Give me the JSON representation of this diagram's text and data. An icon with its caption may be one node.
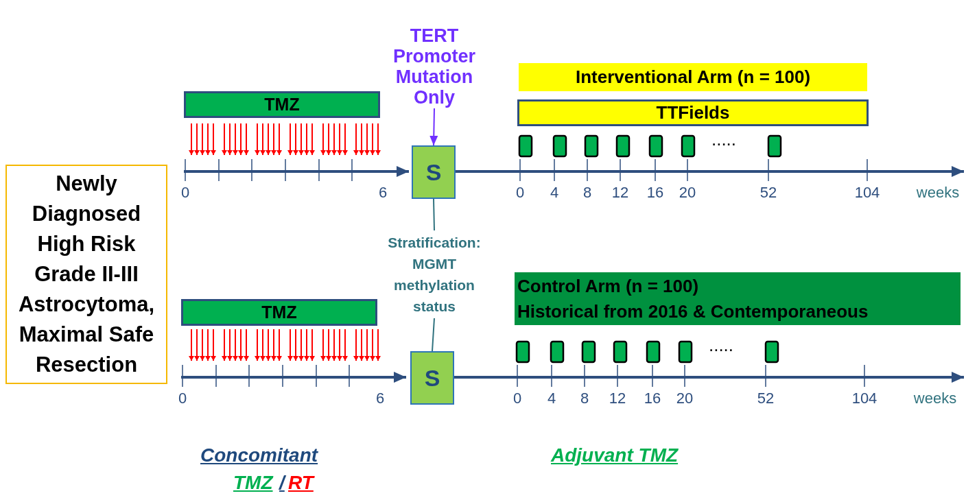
{
  "diagram": {
    "nodes": [
      {
        "text": [
          "Newly Diagnosed High Risk Grade II-III Astrocytoma, Maximal Safe Resection"
        ]
      },
      {
        "text": [
          "TMZ"
        ]
      },
      {
        "text": [
          "S"
        ]
      },
      {
        "text": [
          "TERT Promoter Mutation Only"
        ]
      },
      {
        "text": [
          "Interventional Arm (n = 100)"
        ]
      },
      {
        "text": [
          "TTFields"
        ]
      },
      {
        "text": [
          "S"
        ]
      },
      {
        "text": [
          "TMZ"
        ]
      },
      {
        "text": [
          "Control Arm (n = 100)",
          "Historical from 2016 & Contemporaneous"
        ]
      },
      {
        "text": [
          "Stratification: MGMT methylation status"
        ]
      }
    ],
    "edges": [
      {
        "from": 3,
        "to": 2,
        "arrow": "to",
        "color": "#7030ff"
      },
      {
        "from": 2,
        "to": 9,
        "arrow": "none"
      },
      {
        "from": 9,
        "to": 6,
        "arrow": "none"
      }
    ],
    "labels": [
      "0",
      "6",
      "0",
      "4",
      "8",
      "12",
      "16",
      "20",
      ".....",
      "52",
      "104",
      "weeks",
      "0",
      "6",
      "0",
      "4",
      "8",
      "12",
      "16",
      "20",
      ".....",
      "52",
      "104",
      "weeks",
      "Concomitant",
      "TMZ",
      "/",
      "RT",
      "Adjuvant TMZ"
    ]
  }
}
